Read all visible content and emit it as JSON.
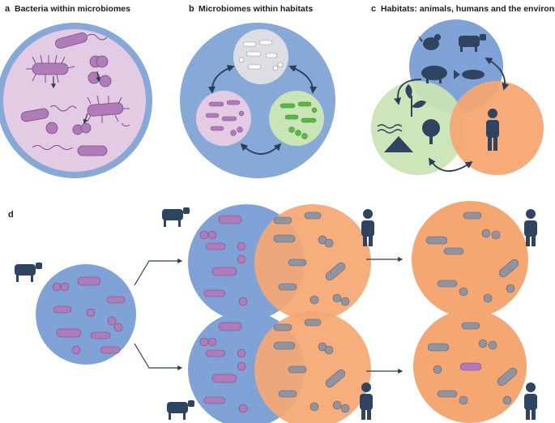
{
  "panels": {
    "a": {
      "letter": "a",
      "title": "Bacteria within microbiomes"
    },
    "b": {
      "letter": "b",
      "title": "Microbiomes within habitats"
    },
    "c": {
      "letter": "c",
      "title": "Habitats: animals, humans and the environment"
    },
    "d": {
      "letter": "d",
      "title": ""
    }
  },
  "colors": {
    "outer_blue": "#86a9d8",
    "microbiome_pink": "#e3cbe4",
    "bacteria_purple": "#b07bb9",
    "bacteria_purple_dark": "#7a4f86",
    "animal_blue": "#7fa3d6",
    "human_orange": "#f5a772",
    "env_green": "#c9e4b5",
    "green_bacteria": "#5fb54a",
    "grey_microbiome": "#dcdee2",
    "grey_bacteria": "#8f94a0",
    "dark_blue_outline": "#2b3e57",
    "silhouette": "#2e4460"
  },
  "icons": {
    "animal": "cow-icon",
    "human": "person-icon",
    "bird": "chicken-icon",
    "pig": "pig-icon",
    "fish": "fish-icon",
    "plant": "plant-icon",
    "tree": "tree-icon",
    "mountain": "mountain-icon",
    "water": "water-waves-icon"
  }
}
